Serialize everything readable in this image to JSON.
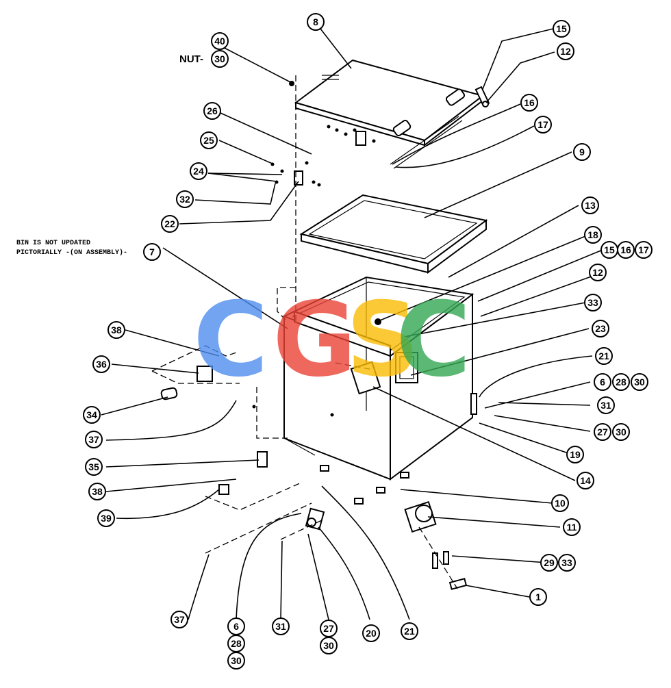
{
  "note": {
    "line1": "BIN IS NOT UPDATED",
    "line2": "PICTORIALLY -(ON ASSEMBLY)-"
  },
  "nut_label": "NUT-",
  "watermark": {
    "letters": [
      "C",
      "G",
      "S",
      "C"
    ],
    "colors": [
      "#4f8ef0",
      "#ea4335",
      "#fbbc05",
      "#34a853"
    ]
  },
  "callouts": [
    {
      "id": "c1",
      "label": "1"
    },
    {
      "id": "c6a",
      "label": "6"
    },
    {
      "id": "c6b",
      "label": "6"
    },
    {
      "id": "c7",
      "label": "7"
    },
    {
      "id": "c8",
      "label": "8"
    },
    {
      "id": "c9",
      "label": "9"
    },
    {
      "id": "c10",
      "label": "10"
    },
    {
      "id": "c11",
      "label": "11"
    },
    {
      "id": "c12a",
      "label": "12"
    },
    {
      "id": "c12b",
      "label": "12"
    },
    {
      "id": "c13",
      "label": "13"
    },
    {
      "id": "c14",
      "label": "14"
    },
    {
      "id": "c15a",
      "label": "15"
    },
    {
      "id": "c15b",
      "label": "15"
    },
    {
      "id": "c16a",
      "label": "16"
    },
    {
      "id": "c16b",
      "label": "16"
    },
    {
      "id": "c17a",
      "label": "17"
    },
    {
      "id": "c17b",
      "label": "17"
    },
    {
      "id": "c18",
      "label": "18"
    },
    {
      "id": "c19",
      "label": "19"
    },
    {
      "id": "c20",
      "label": "20"
    },
    {
      "id": "c21a",
      "label": "21"
    },
    {
      "id": "c21b",
      "label": "21"
    },
    {
      "id": "c22",
      "label": "22"
    },
    {
      "id": "c23",
      "label": "23"
    },
    {
      "id": "c24",
      "label": "24"
    },
    {
      "id": "c25",
      "label": "25"
    },
    {
      "id": "c26",
      "label": "26"
    },
    {
      "id": "c27a",
      "label": "27"
    },
    {
      "id": "c27b",
      "label": "27"
    },
    {
      "id": "c28a",
      "label": "28"
    },
    {
      "id": "c28b",
      "label": "28"
    },
    {
      "id": "c29",
      "label": "29"
    },
    {
      "id": "c30a",
      "label": "30"
    },
    {
      "id": "c30b",
      "label": "30"
    },
    {
      "id": "c30c",
      "label": "30"
    },
    {
      "id": "c30d",
      "label": "30"
    },
    {
      "id": "c30e",
      "label": "30"
    },
    {
      "id": "c31a",
      "label": "31"
    },
    {
      "id": "c31b",
      "label": "31"
    },
    {
      "id": "c32",
      "label": "32"
    },
    {
      "id": "c33a",
      "label": "33"
    },
    {
      "id": "c33b",
      "label": "33"
    },
    {
      "id": "c34",
      "label": "34"
    },
    {
      "id": "c35",
      "label": "35"
    },
    {
      "id": "c36",
      "label": "36"
    },
    {
      "id": "c37a",
      "label": "37"
    },
    {
      "id": "c37b",
      "label": "37"
    },
    {
      "id": "c38a",
      "label": "38"
    },
    {
      "id": "c38b",
      "label": "38"
    },
    {
      "id": "c39",
      "label": "39"
    },
    {
      "id": "c40",
      "label": "40"
    }
  ]
}
